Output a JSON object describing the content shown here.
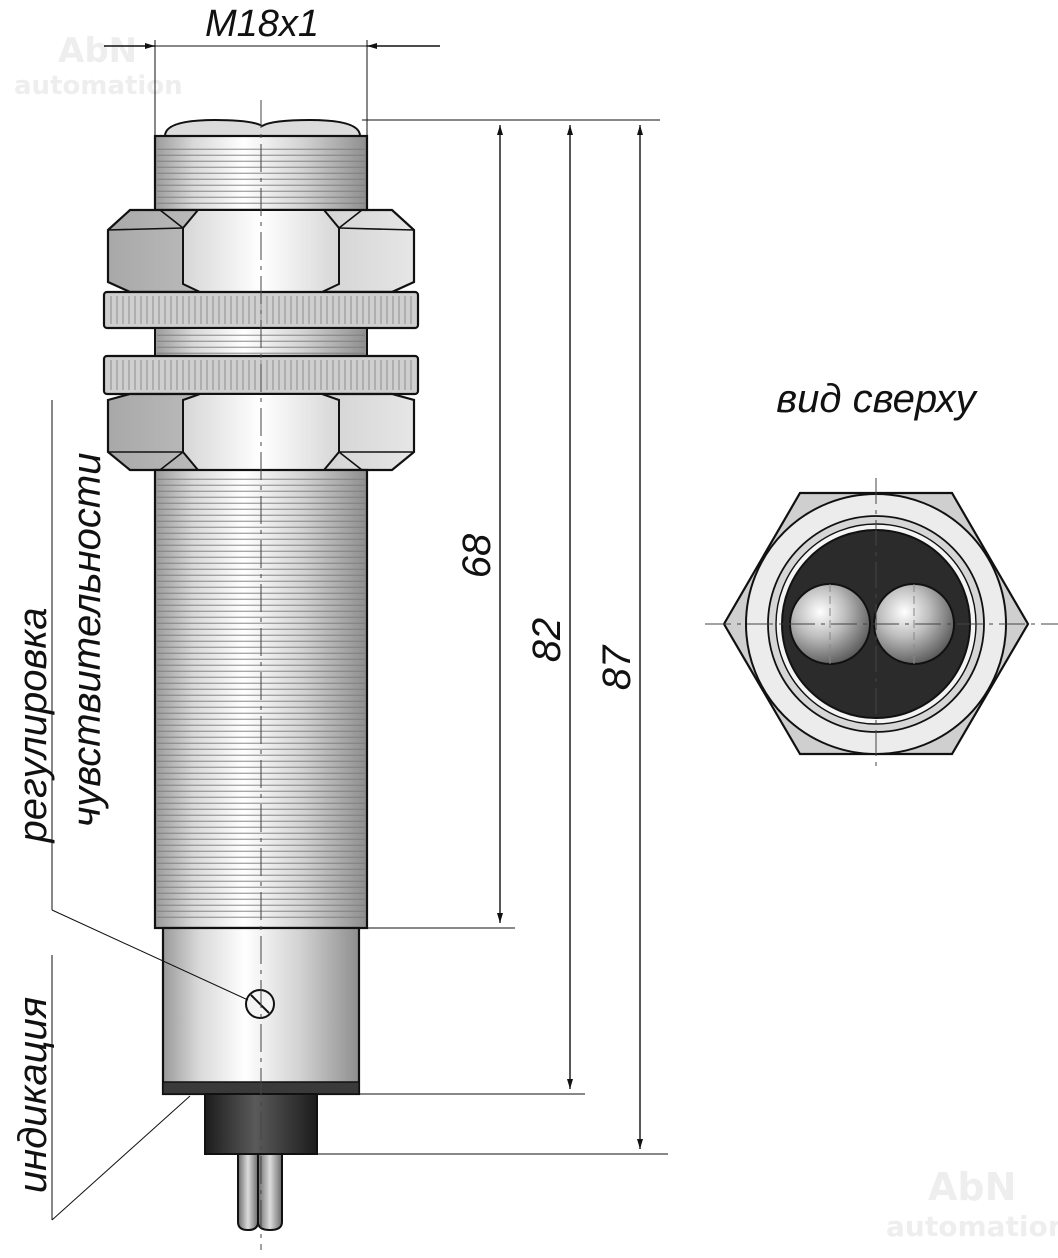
{
  "watermark": {
    "brand": "AbN",
    "sub": "automation"
  },
  "dimensions": {
    "thread": "M18x1",
    "len_thread": "68",
    "len_body": "82",
    "len_total": "87"
  },
  "labels": {
    "top_view": "вид сверху",
    "sensitivity_line1": "регулировка",
    "sensitivity_line2": "чувствительности",
    "indication": "индикация"
  },
  "colors": {
    "outline": "#111111",
    "metal_light": "#f2f2f2",
    "metal_mid": "#c9c9c9",
    "metal_dark": "#8a8a8a",
    "cable": "#2a2a2a",
    "lens_bg": "#2b2b2b"
  }
}
